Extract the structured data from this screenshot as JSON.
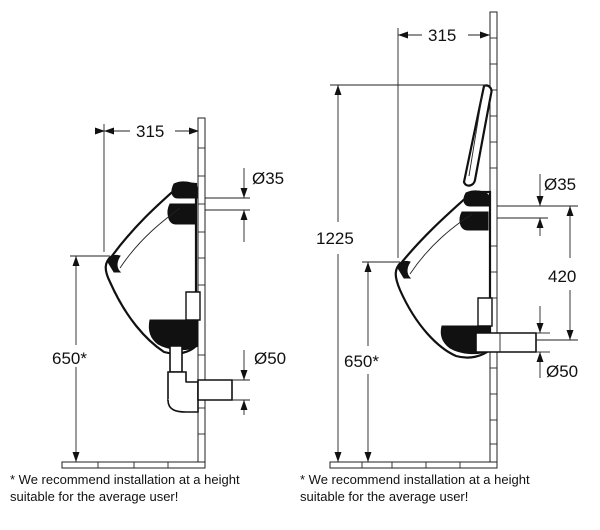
{
  "left": {
    "dim_depth": "315",
    "dim_height": "650*",
    "dim_inlet": "Ø35",
    "dim_outlet": "Ø50",
    "note_line1": "* We recommend installation at a height",
    "note_line2": "suitable  for the average user!"
  },
  "right": {
    "dim_depth": "315",
    "dim_total_height": "1225",
    "dim_height": "650*",
    "dim_inlet": "Ø35",
    "dim_spacing": "420",
    "dim_outlet": "Ø50",
    "note_line1": "* We recommend installation at a height",
    "note_line2": "suitable  for the average user!"
  }
}
